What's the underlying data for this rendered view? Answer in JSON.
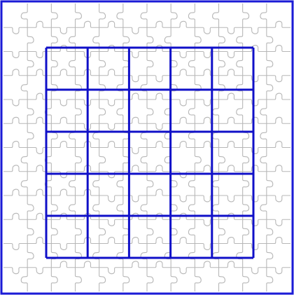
{
  "puzzle": {
    "board_rows": 5,
    "board_cols": 5,
    "jigsaw_rows": 12,
    "jigsaw_cols": 12,
    "colors": {
      "background": "#ffffff",
      "frame": "#1a1ad6",
      "grid": "#1010c8",
      "jigsaw": "#b7b7b7"
    }
  }
}
